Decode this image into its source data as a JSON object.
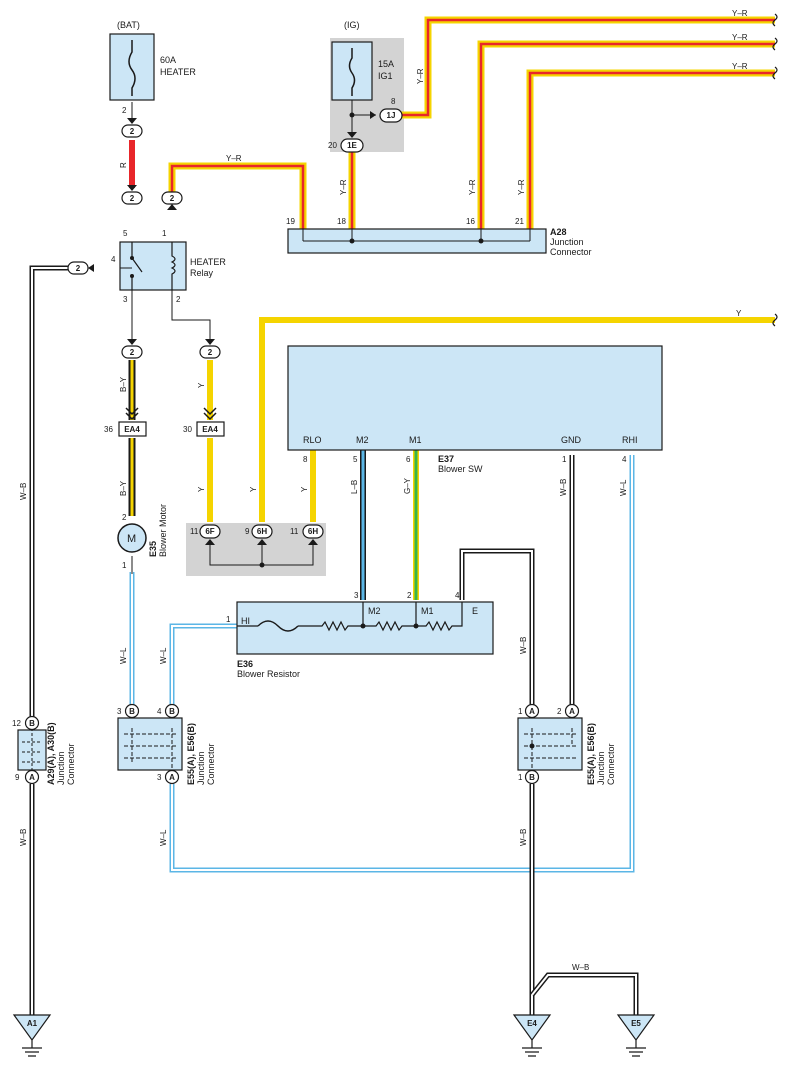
{
  "colors": {
    "yellow": "#f5d400",
    "yellow_red_outer": "#f5d400",
    "yellow_red_inner": "#e8262a",
    "red": "#e8262a",
    "blue": "#5bb6e6",
    "green": "#38b44a",
    "white_black": "#9a9a9a",
    "component_fill": "#cce6f6",
    "shaded_area": "#d3d3d3"
  },
  "power": {
    "bat_label": "(BAT)",
    "heater_fuse_amp": "60A",
    "heater_fuse_name": "HEATER",
    "ig_label": "(IG)",
    "ig1_fuse_amp": "15A",
    "ig1_fuse_name": "IG1"
  },
  "connectors": {
    "c2": "2",
    "c1j": "1J",
    "c1e": "1E",
    "ea4": "EA4",
    "c6f": "6F",
    "c6h": "6H",
    "cA": "A",
    "cB": "B"
  },
  "components": {
    "a28_code": "A28",
    "a28_name_1": "Junction",
    "a28_name_2": "Connector",
    "relay_name_1": "HEATER",
    "relay_name_2": "Relay",
    "e37_code": "E37",
    "e37_name": "Blower SW",
    "e36_code": "E36",
    "e36_name": "Blower Resistor",
    "e35_code": "E35",
    "e35_name": "Blower Motor",
    "motor_symbol": "M",
    "jc_left_code": "A29(A), A30(B)",
    "jc_name_1": "Junction",
    "jc_name_2": "Connector",
    "jc_mid_code": "E55(A), E56(B)",
    "jc_right_code": "E55(A), E56(B)"
  },
  "terminals": {
    "rlo": "RLO",
    "m2": "M2",
    "m1": "M1",
    "gnd": "GND",
    "rhi": "RHI",
    "hi": "HI",
    "e": "E"
  },
  "wires": {
    "yr": "Y–R",
    "r": "R",
    "y": "Y",
    "by": "B–Y",
    "wb": "W–B",
    "wl": "W–L",
    "lb": "L–B",
    "gy": "G–Y"
  },
  "pins": {
    "p1": "1",
    "p2": "2",
    "p3": "3",
    "p4": "4",
    "p5": "5",
    "p6": "6",
    "p8": "8",
    "p9": "9",
    "p11": "11",
    "p12": "12",
    "p16": "16",
    "p18": "18",
    "p19": "19",
    "p20": "20",
    "p21": "21",
    "p30": "30",
    "p36": "36"
  },
  "grounds": {
    "a1": "A1",
    "e4": "E4",
    "e5": "E5"
  }
}
